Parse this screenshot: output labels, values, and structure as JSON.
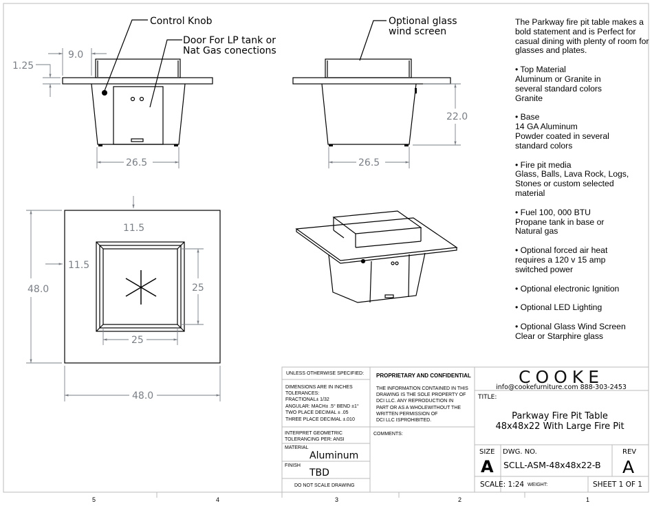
{
  "callouts": {
    "control_knob": "Control Knob",
    "door_line1": "Door For LP tank or",
    "door_line2": "Nat Gas conections",
    "glass_line1": "Optional glass",
    "glass_line2": "wind screen"
  },
  "dimensions": {
    "front_overhang": "9.0",
    "front_top_thickness": "1.25",
    "front_base_width": "26.5",
    "side_height": "22.0",
    "side_base_width": "26.5",
    "top_overall_height": "48.0",
    "top_overall_width": "48.0",
    "top_offset_x": "11.5",
    "top_offset_y": "11.5",
    "pit_height": "25",
    "pit_width": "25"
  },
  "notes": {
    "intro": "The Parkway fire pit table makes a bold statement and is Perfect for casual dining with plenty of room for glasses and plates.",
    "items": [
      {
        "head": "• Top Material",
        "body": [
          "Aluminum or Granite in",
          "several standard colors",
          "Granite"
        ]
      },
      {
        "head": "• Base",
        "body": [
          "14 GA Aluminum",
          "Powder coated in several",
          "standard colors"
        ]
      },
      {
        "head": "• Fire pit media",
        "body": [
          "Glass, Balls, Lava Rock, Logs,",
          "Stones or custom selected",
          "material"
        ]
      },
      {
        "head": "• Fuel  100, 000 BTU",
        "body": [
          "Propane tank in base or",
          "Natural gas"
        ]
      },
      {
        "head": "• Optional forced air heat",
        "body": [
          "requires a 120 v 15 amp",
          "switched power"
        ]
      },
      {
        "head": "• Optional electronic Ignition",
        "body": []
      },
      {
        "head": "• Optional LED Lighting",
        "body": []
      },
      {
        "head": "• Optional Glass Wind Screen",
        "body": [
          " Clear or Starphire glass"
        ]
      }
    ]
  },
  "title_block": {
    "unless": "UNLESS OTHERWISE SPECIFIED:",
    "tol": [
      "DIMENSIONS ARE IN INCHES",
      "TOLERANCES:",
      "FRACTIONAL± 1/32",
      "ANGULAR: MACH± .5° BEND ±1°",
      "TWO PLACE DECIMAL    ± .05",
      "THREE PLACE DECIMAL  ±.010"
    ],
    "interpret": [
      "INTERPRET GEOMETRIC",
      "TOLERANCING PER: ANSI"
    ],
    "material_label": "MATERIAL",
    "material": "Aluminum",
    "finish_label": "FINISH",
    "finish": "TBD",
    "do_not_scale": "DO NOT SCALE DRAWING",
    "prop_title": "PROPRIETARY AND CONFIDENTIAL",
    "prop_text": [
      "THE INFORMATION CONTAINED IN THIS",
      "DRAWING IS THE SOLE PROPERTY OF",
      "DCI LLC.  ANY REPRODUCTION IN",
      "PART OR AS A WHOLEWITHOUT THE",
      "WRITTEN PERMISSION OF",
      "DCI LLC ISPROHIBITED."
    ],
    "comments_label": "COMMENTS:",
    "logo": "COOKE",
    "contact": "info@cookefurniture.com 888-303-2453",
    "title_label": "TITLE:",
    "title_line1": "Parkway Fire Pit Table",
    "title_line2": "48x48x22 With Large Fire Pit",
    "size_label": "SIZE",
    "size": "A",
    "dwg_label": "DWG.  NO.",
    "dwg_no": "SCLL-ASM-48x48x22-B",
    "rev_label": "REV",
    "rev": "A",
    "scale": "SCALE: 1:24",
    "weight": "WEIGHT:",
    "sheet": "SHEET 1 OF 1"
  },
  "zones": [
    "5",
    "4",
    "3",
    "2",
    "1"
  ]
}
